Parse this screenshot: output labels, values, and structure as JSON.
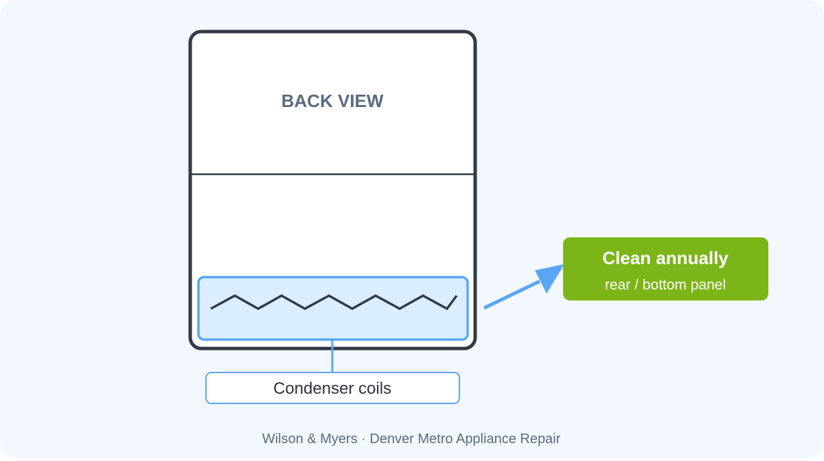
{
  "diagram": {
    "view_label": "BACK VIEW",
    "coil_label": "Condenser coils",
    "callout": {
      "title": "Clean annually",
      "subtitle": "rear / bottom panel"
    },
    "footer": "Wilson & Myers · Denver Metro Appliance Repair"
  },
  "colors": {
    "background": "#f3f8ff",
    "fridge_outline": "#333a47",
    "coil_highlight_fill": "#dbeeff",
    "coil_highlight_stroke": "#5aa6f5",
    "arrow": "#5aa6f5",
    "callout_fill": "#7cb518",
    "view_label_text": "#5a6a80",
    "footer_text": "#5a6a80"
  },
  "icons": {
    "coil": "zigzag-coil-icon",
    "arrow": "arrow-right-icon"
  }
}
